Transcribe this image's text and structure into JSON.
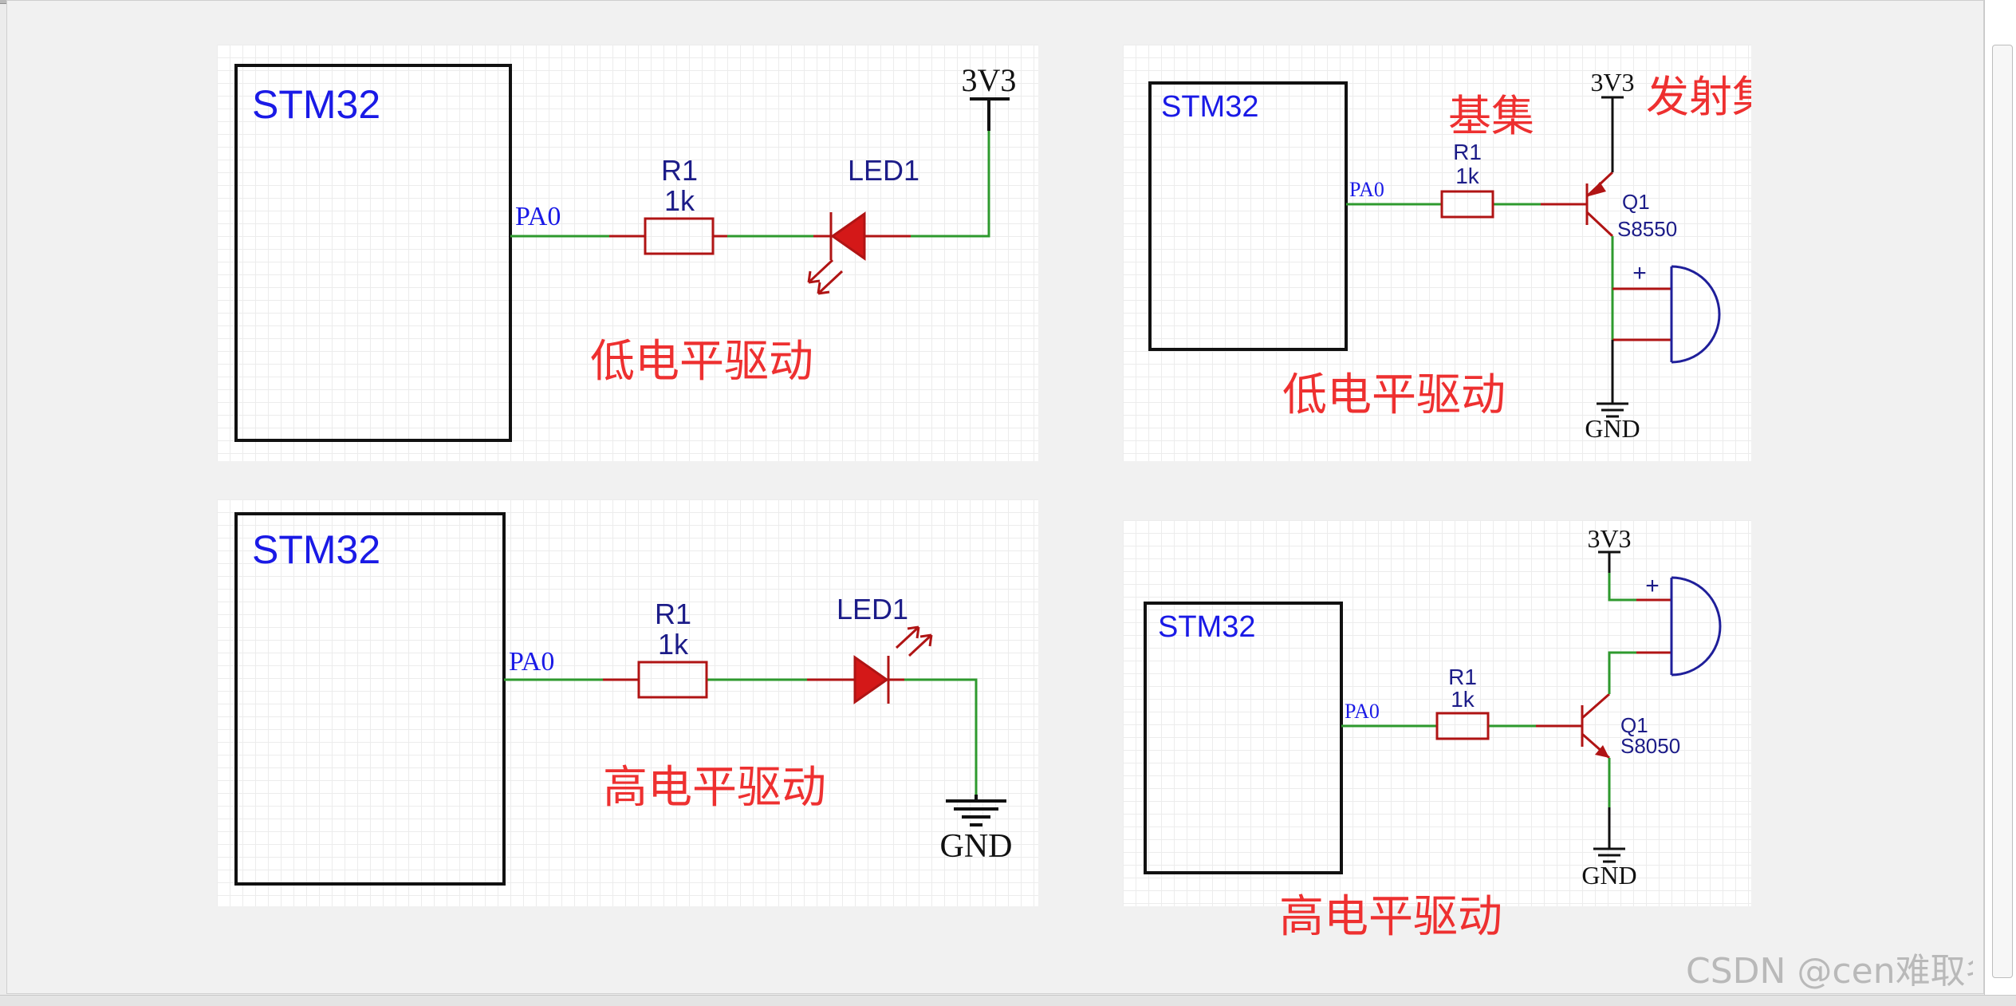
{
  "circuits": [
    {
      "mcu_label": "STM32",
      "pin_label": "PA0",
      "resistor_ref": "R1",
      "resistor_value": "1k",
      "led_ref": "LED1",
      "supply_label": "3V3",
      "caption": "低电平驱动"
    },
    {
      "mcu_label": "STM32",
      "pin_label": "PA0",
      "resistor_ref": "R1",
      "resistor_value": "1k",
      "transistor_ref": "Q1",
      "transistor_model": "S8550",
      "supply_label": "3V3",
      "ground_label": "GND",
      "buzzer_polarity": "+",
      "annotation_base": "基集",
      "annotation_emitter": "发射集",
      "caption": "低电平驱动"
    },
    {
      "mcu_label": "STM32",
      "pin_label": "PA0",
      "resistor_ref": "R1",
      "resistor_value": "1k",
      "led_ref": "LED1",
      "ground_label": "GND",
      "caption": "高电平驱动"
    },
    {
      "mcu_label": "STM32",
      "pin_label": "PA0",
      "resistor_ref": "R1",
      "resistor_value": "1k",
      "transistor_ref": "Q1",
      "transistor_model": "S8050",
      "supply_label": "3V3",
      "ground_label": "GND",
      "buzzer_polarity": "+",
      "caption": "高电平驱动"
    }
  ],
  "watermark": "CSDN @cen难取名",
  "colors": {
    "wire": "#2e9a2e",
    "component": "#b01414",
    "label_blue": "#1a1ae6",
    "caption_red": "#ee3030"
  }
}
